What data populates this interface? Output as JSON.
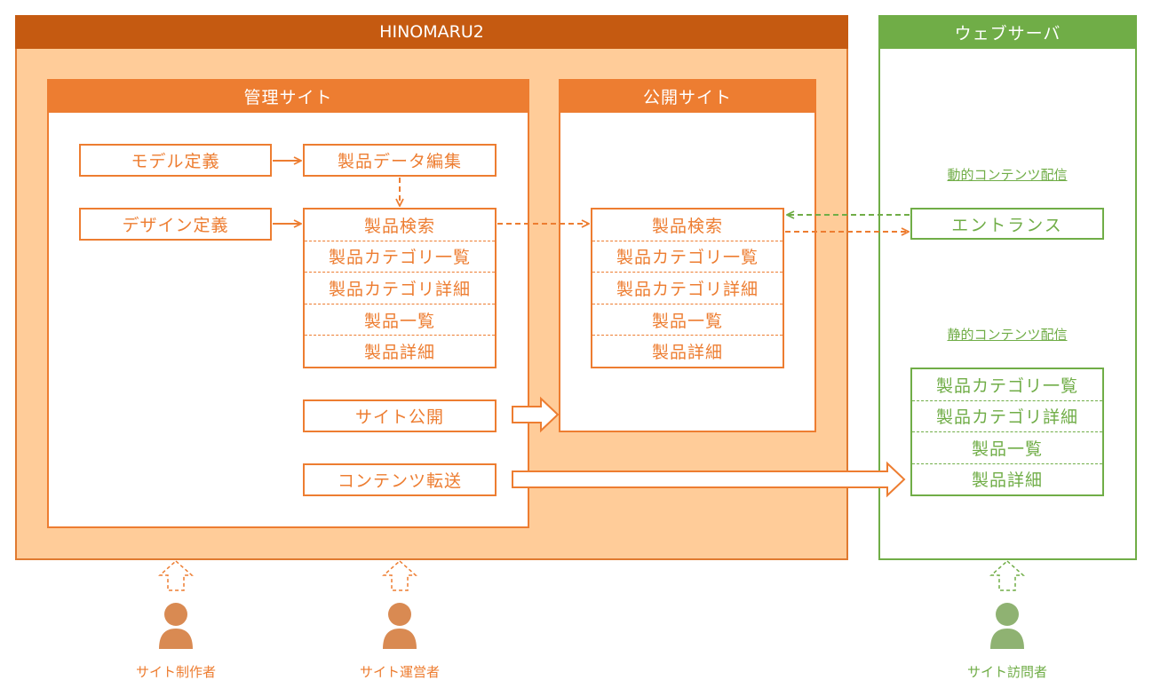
{
  "hinomaru": {
    "title": "HINOMARU2"
  },
  "webserver": {
    "title": "ウェブサーバ",
    "dynamic_label": "動的コンテンツ配信",
    "entrance": "エントランス",
    "static_label": "静的コンテンツ配信",
    "static_items": [
      "製品カテゴリ一覧",
      "製品カテゴリ詳細",
      "製品一覧",
      "製品詳細"
    ]
  },
  "admin": {
    "title": "管理サイト",
    "model_def": "モデル定義",
    "design_def": "デザイン定義",
    "data_edit": "製品データ編集",
    "pages": [
      "製品検索",
      "製品カテゴリ一覧",
      "製品カテゴリ詳細",
      "製品一覧",
      "製品詳細"
    ],
    "publish": "サイト公開",
    "transfer": "コンテンツ転送"
  },
  "public": {
    "title": "公開サイト",
    "pages": [
      "製品検索",
      "製品カテゴリ一覧",
      "製品カテゴリ詳細",
      "製品一覧",
      "製品詳細"
    ]
  },
  "people": [
    {
      "label": "サイト制作者",
      "color": "#d98a52"
    },
    {
      "label": "サイト運営者",
      "color": "#d98a52"
    },
    {
      "label": "サイト訪問者",
      "color": "#8fb272"
    }
  ],
  "colors": {
    "orange": "#ed7d31",
    "dark_orange": "#c55a11",
    "light_orange": "#ffcc99",
    "green": "#70ad47"
  }
}
